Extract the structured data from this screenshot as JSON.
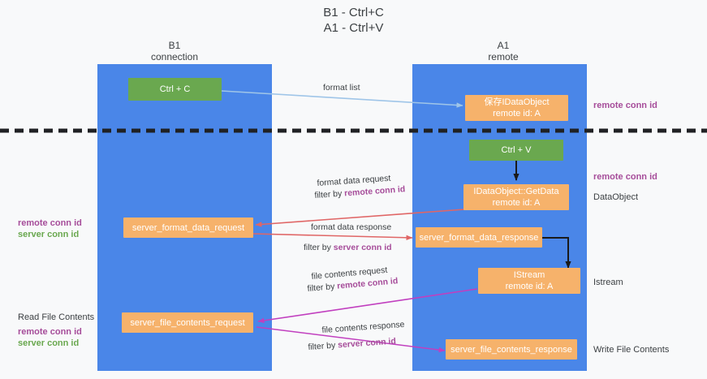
{
  "title": {
    "line1": "B1 - Ctrl+C",
    "line2": "A1 - Ctrl+V"
  },
  "columns": [
    {
      "name": "B1",
      "sub": "connection"
    },
    {
      "name": "A1",
      "sub": "remote"
    }
  ],
  "nodes": {
    "ctrl_c": {
      "line1": "Ctrl + C",
      "line2": ""
    },
    "save_idataobject": {
      "line1": "保存IDataObject",
      "line2": "remote id: A"
    },
    "ctrl_v": {
      "line1": "Ctrl + V",
      "line2": ""
    },
    "idataobject_getdata": {
      "line1": "IDataObject::GetData",
      "line2": "remote id: A"
    },
    "server_format_data_request": {
      "line1": "server_format_data_request",
      "line2": ""
    },
    "server_format_data_response": {
      "line1": "server_format_data_response",
      "line2": ""
    },
    "istream": {
      "line1": "IStream",
      "line2": "remote id: A"
    },
    "server_file_contents_request": {
      "line1": "server_file_contents_request",
      "line2": ""
    },
    "server_file_contents_response": {
      "line1": "server_file_contents_response",
      "line2": ""
    }
  },
  "edge_labels": {
    "format_list": "format list",
    "format_data_request": "format data request",
    "format_data_request_filter_prefix": "filter by ",
    "format_data_request_filter_key": "remote conn id",
    "format_data_response": "format data response",
    "format_data_response_filter_prefix": "filter by ",
    "format_data_response_filter_key": "server conn id",
    "file_contents_request": "file contents request",
    "file_contents_request_filter_prefix": "filter by ",
    "file_contents_request_filter_key": "remote conn id",
    "file_contents_response": "file contents response",
    "file_contents_response_filter_prefix": "filter by ",
    "file_contents_response_filter_key": "server conn id"
  },
  "side_labels": {
    "right_remote_conn_id_top": "remote conn id",
    "right_remote_conn_id_mid": "remote conn id",
    "right_dataobject": "DataObject",
    "right_istream": "Istream",
    "right_write_file_contents": "Write File Contents",
    "left_remote_conn_id_mid": "remote conn id",
    "left_server_conn_id_mid": "server conn id",
    "left_read_file_contents": "Read File Contents",
    "left_remote_conn_id_bottom": "remote conn id",
    "left_server_conn_id_bottom": "server conn id"
  },
  "colors": {
    "lane": "#4a86e8",
    "node_green": "#6aa84f",
    "node_orange": "#f6b26b",
    "accent_purple": "#a64d9a",
    "accent_green": "#6aa84f",
    "arrow_red": "#e06666",
    "arrow_blue": "#9fc5e8",
    "arrow_magenta": "#c13fbf",
    "arrow_black": "#1a1a1a",
    "divider": "#202124",
    "background": "#f8f9fa"
  }
}
